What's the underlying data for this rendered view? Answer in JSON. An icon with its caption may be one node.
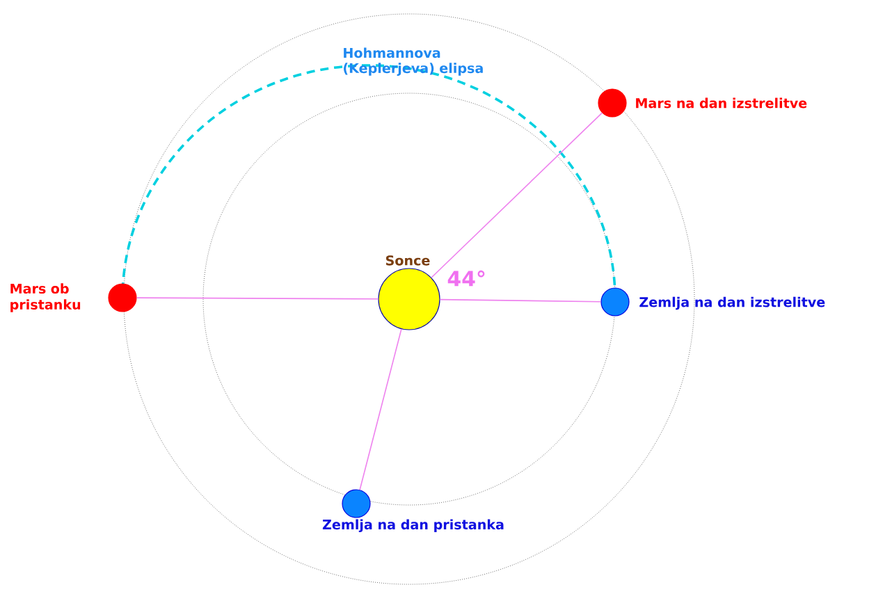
{
  "diagram": {
    "nodes": [
      {
        "text": [
          "Sonce"
        ]
      },
      {
        "text": [
          "Mars na dan izstrelitve"
        ]
      },
      {
        "text": [
          "Mars ob pristanku"
        ]
      },
      {
        "text": [
          "Zemlja na dan izstrelitve"
        ]
      },
      {
        "text": [
          "Zemlja na dan pristanka"
        ]
      }
    ],
    "edges": [
      {
        "from": 0,
        "to": 1,
        "arrow": "none"
      },
      {
        "from": 0,
        "to": 2,
        "arrow": "none"
      },
      {
        "from": 0,
        "to": 3,
        "arrow": "none"
      },
      {
        "from": 0,
        "to": 4,
        "arrow": "none"
      }
    ],
    "labels": [
      "Hohmannova (Keplerjeva) elipsa",
      "44°"
    ]
  }
}
